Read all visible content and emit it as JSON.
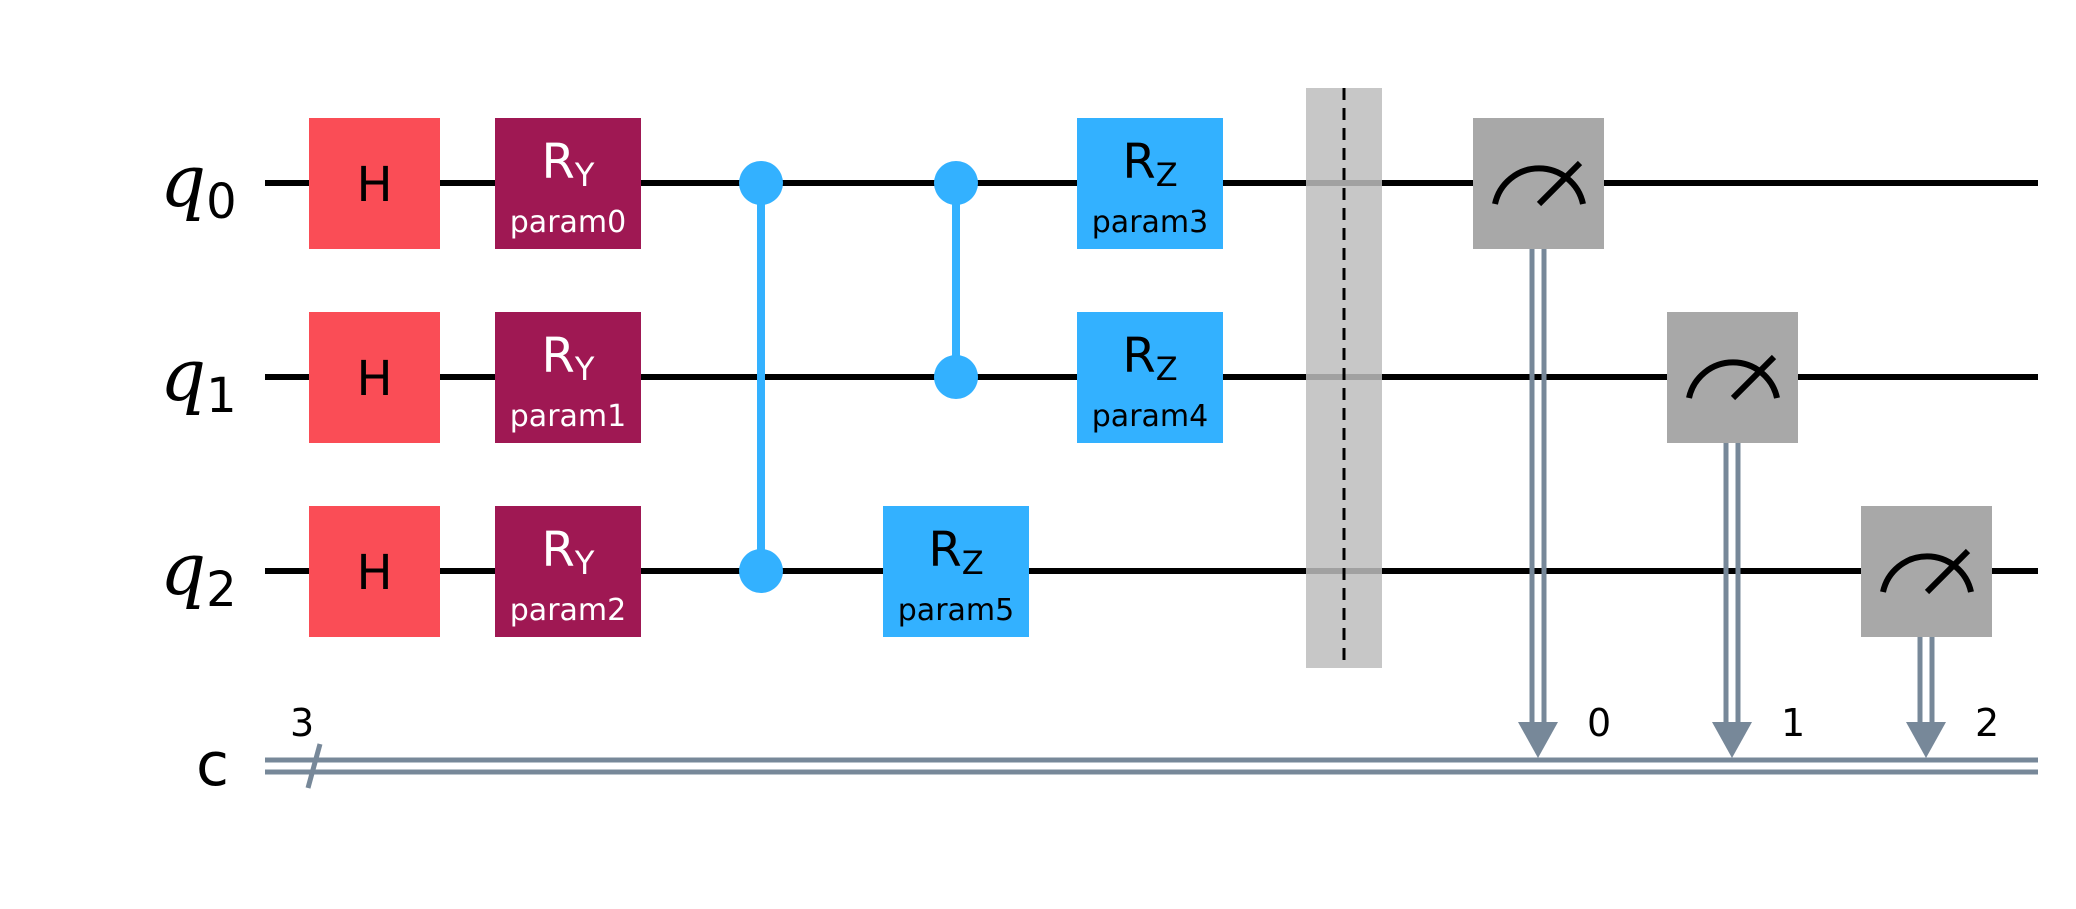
{
  "qubits": [
    {
      "name": "q",
      "index": "0"
    },
    {
      "name": "q",
      "index": "1"
    },
    {
      "name": "q",
      "index": "2"
    }
  ],
  "classical_register": {
    "name": "c",
    "size": "3"
  },
  "gates": {
    "h": [
      {
        "label": "H",
        "qubit": 0
      },
      {
        "label": "H",
        "qubit": 1
      },
      {
        "label": "H",
        "qubit": 2
      }
    ],
    "ry": [
      {
        "label": "R",
        "sub": "Y",
        "param": "param0",
        "qubit": 0
      },
      {
        "label": "R",
        "sub": "Y",
        "param": "param1",
        "qubit": 1
      },
      {
        "label": "R",
        "sub": "Y",
        "param": "param2",
        "qubit": 2
      }
    ],
    "cz": [
      {
        "qubits": [
          0,
          2
        ]
      },
      {
        "qubits": [
          0,
          1
        ]
      }
    ],
    "rz": [
      {
        "label": "R",
        "sub": "Z",
        "param": "param5",
        "qubit": 2
      },
      {
        "label": "R",
        "sub": "Z",
        "param": "param3",
        "qubit": 0
      },
      {
        "label": "R",
        "sub": "Z",
        "param": "param4",
        "qubit": 1
      }
    ],
    "barrier": {
      "qubits": [
        0,
        1,
        2
      ]
    },
    "measure": [
      {
        "qubit": 0,
        "clbit": "0"
      },
      {
        "qubit": 1,
        "clbit": "1"
      },
      {
        "qubit": 2,
        "clbit": "2"
      }
    ]
  },
  "colors": {
    "h": "#FA4D56",
    "ry": "#9F1853",
    "rz": "#33B1FF",
    "cz": "#33B1FF",
    "measure": "#A8A8A8",
    "barrier": "#BDBDBD",
    "classical": "#778899",
    "wire": "#000000"
  }
}
